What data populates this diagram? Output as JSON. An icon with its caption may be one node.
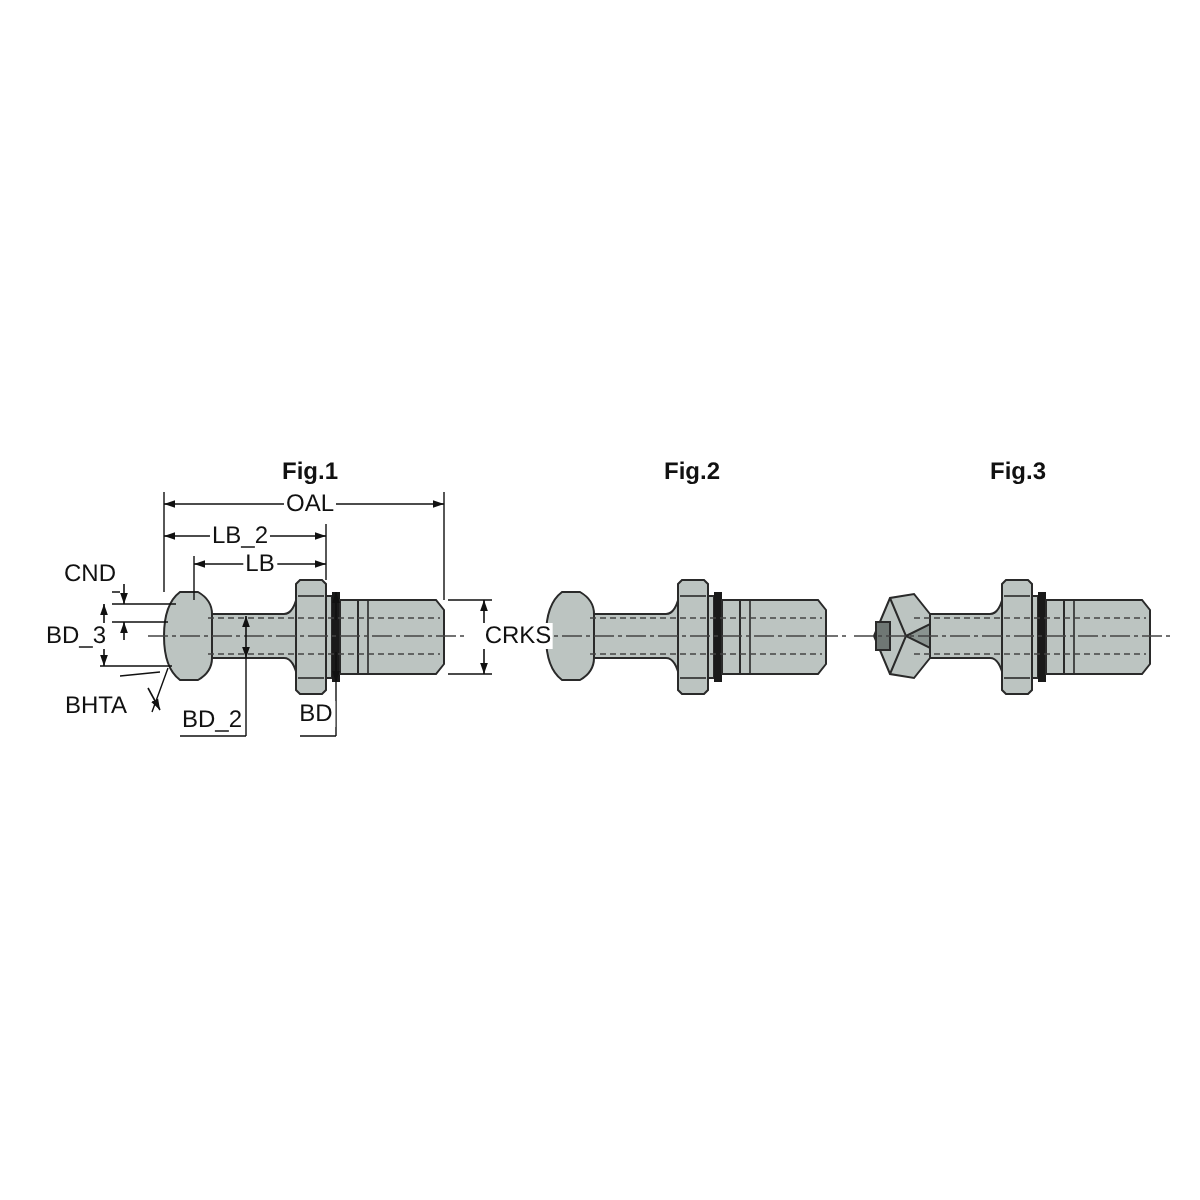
{
  "diagram": {
    "labels": [
      "Fig.1",
      "Fig.2",
      "Fig.3",
      "OAL",
      "LB_2",
      "LB",
      "CND",
      "BD_3",
      "CRKS",
      "BHTA",
      "BD_2",
      "BD"
    ]
  }
}
